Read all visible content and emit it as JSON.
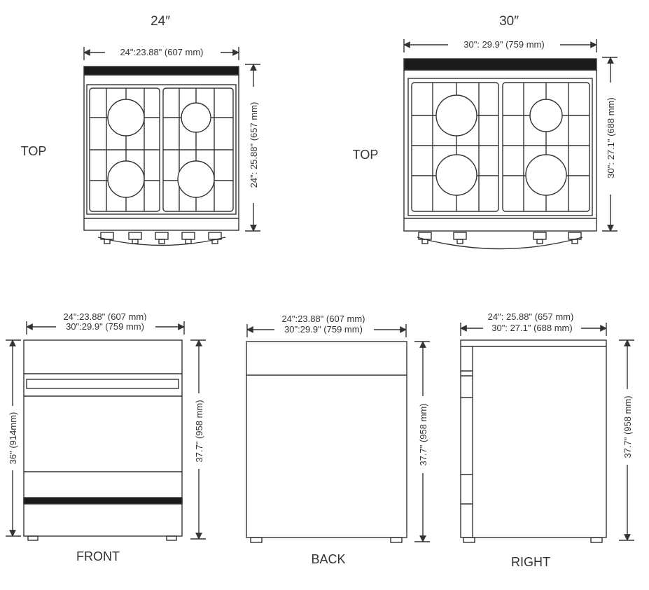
{
  "size_labels": {
    "small": "24″",
    "large": "30″"
  },
  "top_24": {
    "view_label": "TOP",
    "width_dim": "24\":23.88\" (607 mm)",
    "depth_dim": "24\": 25.88\" (657 mm)"
  },
  "top_30": {
    "view_label": "TOP",
    "width_dim": "30\": 29.9\" (759 mm)",
    "depth_dim": "30\": 27.1\" (688 mm)"
  },
  "front": {
    "view_label": "FRONT",
    "width_dim_24": "24\":23.88\" (607 mm)",
    "width_dim_30": "30\":29.9\" (759 mm)",
    "height_dim_left": "36\" (914mm)",
    "height_dim_right": "37.7\" (958 mm)"
  },
  "back": {
    "view_label": "BACK",
    "width_dim_24": "24\":23.88\" (607 mm)",
    "width_dim_30": "30\":29.9\" (759 mm)",
    "height_dim": "37.7\" (958 mm)"
  },
  "right": {
    "view_label": "RIGHT",
    "width_dim_24": "24\": 25.88\" (657 mm)",
    "width_dim_30": "30\": 27.1\" (688 mm)",
    "height_dim": "37.7\" (958 mm)"
  },
  "colors": {
    "line": "#333333",
    "dark": "#1a1a1a",
    "background": "#ffffff"
  }
}
